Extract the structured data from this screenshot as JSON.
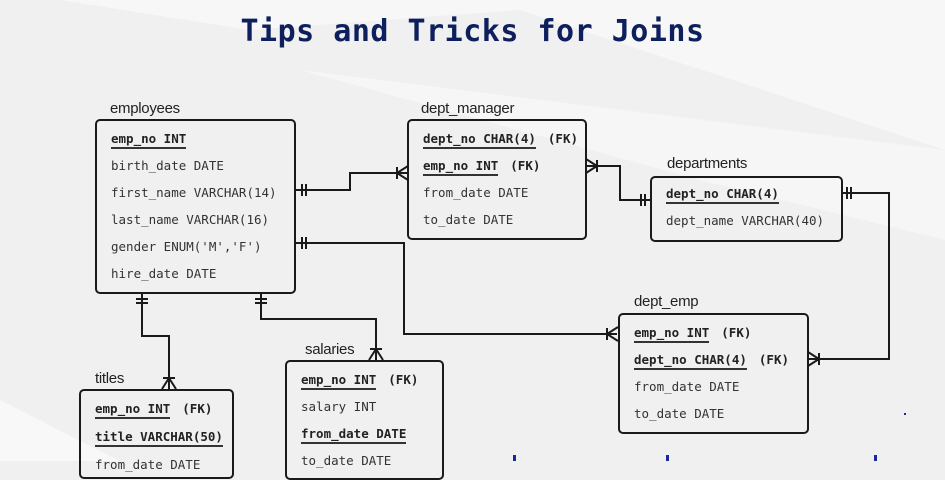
{
  "slide": {
    "title": "Tips and Tricks for Joins",
    "colors": {
      "title": "#0d1f5c",
      "background": "#f0f0f0",
      "line": "#1a1a1a"
    }
  },
  "entities": {
    "employees": {
      "name": "employees",
      "fields": [
        {
          "name": "emp_no INT",
          "pk": true,
          "fk": ""
        },
        {
          "name": "birth_date DATE",
          "pk": false,
          "fk": ""
        },
        {
          "name": "first_name VARCHAR(14)",
          "pk": false,
          "fk": ""
        },
        {
          "name": "last_name VARCHAR(16)",
          "pk": false,
          "fk": ""
        },
        {
          "name": "gender ENUM('M','F')",
          "pk": false,
          "fk": ""
        },
        {
          "name": "hire_date DATE",
          "pk": false,
          "fk": ""
        }
      ]
    },
    "dept_manager": {
      "name": "dept_manager",
      "fields": [
        {
          "name": "dept_no CHAR(4)",
          "pk": true,
          "fk": "(FK)"
        },
        {
          "name": "emp_no INT",
          "pk": true,
          "fk": "(FK)"
        },
        {
          "name": "from_date DATE",
          "pk": false,
          "fk": ""
        },
        {
          "name": "to_date DATE",
          "pk": false,
          "fk": ""
        }
      ]
    },
    "departments": {
      "name": "departments",
      "fields": [
        {
          "name": "dept_no CHAR(4)",
          "pk": true,
          "fk": ""
        },
        {
          "name": "dept_name VARCHAR(40)",
          "pk": false,
          "fk": ""
        }
      ]
    },
    "dept_emp": {
      "name": "dept_emp",
      "fields": [
        {
          "name": "emp_no INT",
          "pk": true,
          "fk": "(FK)"
        },
        {
          "name": "dept_no CHAR(4)",
          "pk": true,
          "fk": "(FK)"
        },
        {
          "name": "from_date DATE",
          "pk": false,
          "fk": ""
        },
        {
          "name": "to_date DATE",
          "pk": false,
          "fk": ""
        }
      ]
    },
    "titles": {
      "name": "titles",
      "fields": [
        {
          "name": "emp_no INT",
          "pk": true,
          "fk": "(FK)"
        },
        {
          "name": "title VARCHAR(50)",
          "pk": true,
          "fk": ""
        },
        {
          "name": "from_date DATE",
          "pk": false,
          "fk": ""
        }
      ]
    },
    "salaries": {
      "name": "salaries",
      "fields": [
        {
          "name": "emp_no INT",
          "pk": true,
          "fk": "(FK)"
        },
        {
          "name": "salary INT",
          "pk": false,
          "fk": ""
        },
        {
          "name": "from_date DATE",
          "pk": true,
          "fk": ""
        },
        {
          "name": "to_date DATE",
          "pk": false,
          "fk": ""
        }
      ]
    }
  },
  "relationships": [
    {
      "from": "employees",
      "to": "dept_manager",
      "from_cardinality": "one-and-only-one",
      "to_cardinality": "one-or-many"
    },
    {
      "from": "departments",
      "to": "dept_manager",
      "from_cardinality": "one-and-only-one",
      "to_cardinality": "one-or-many"
    },
    {
      "from": "employees",
      "to": "dept_emp",
      "from_cardinality": "one-and-only-one",
      "to_cardinality": "one-or-many"
    },
    {
      "from": "departments",
      "to": "dept_emp",
      "from_cardinality": "one-and-only-one",
      "to_cardinality": "one-or-many"
    },
    {
      "from": "employees",
      "to": "titles",
      "from_cardinality": "one-and-only-one",
      "to_cardinality": "one-or-many"
    },
    {
      "from": "employees",
      "to": "salaries",
      "from_cardinality": "one-and-only-one",
      "to_cardinality": "one-or-many"
    }
  ]
}
